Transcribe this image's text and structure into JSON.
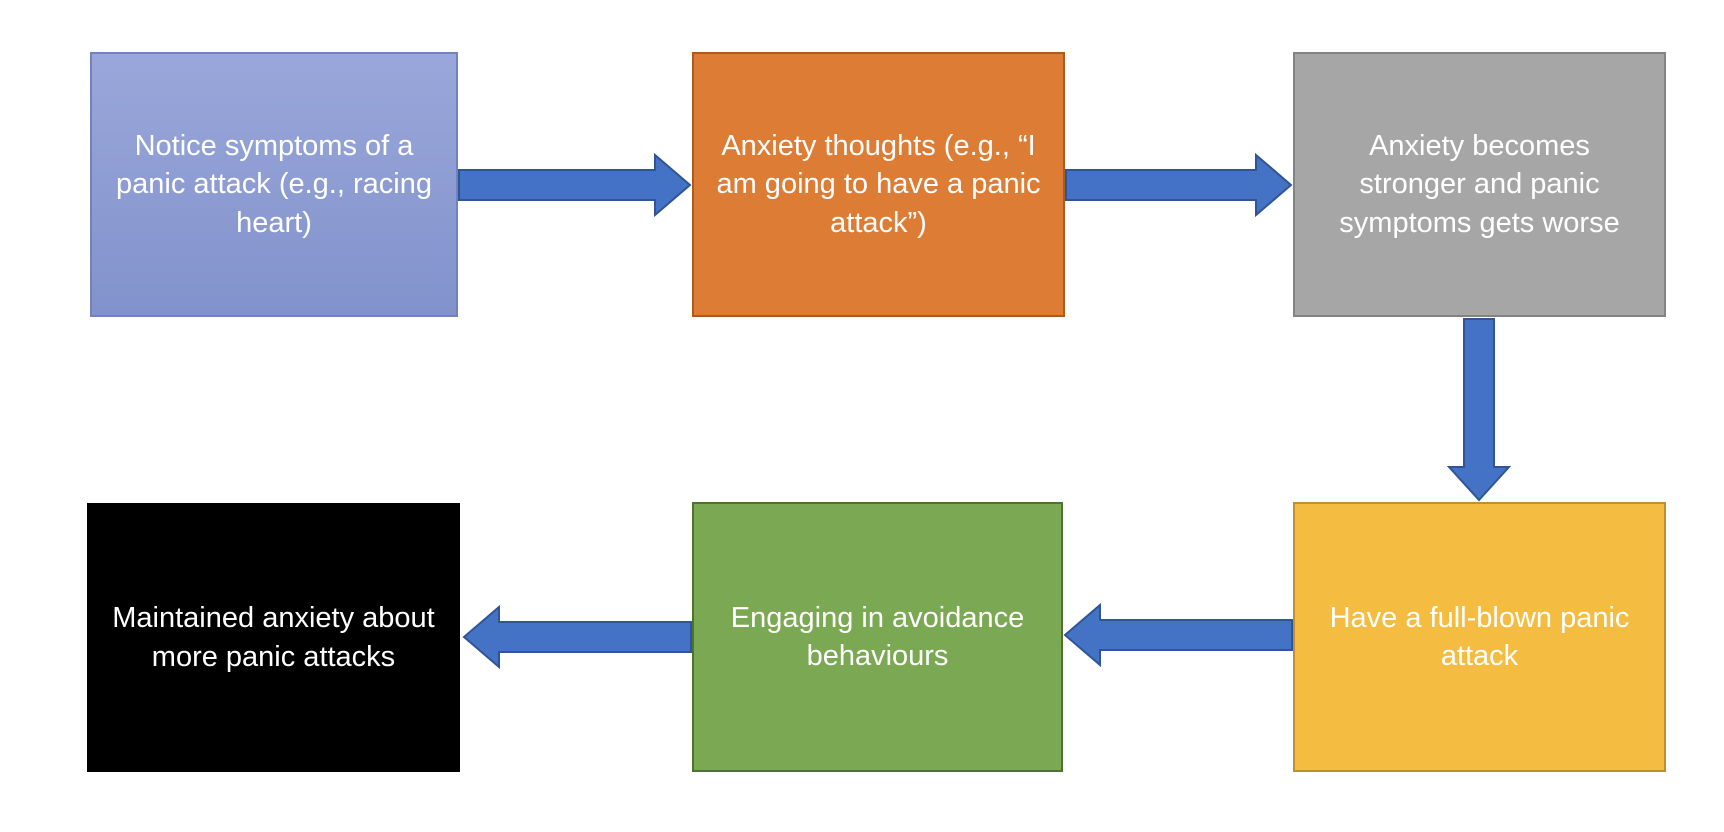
{
  "boxes": [
    {
      "id": "notice-symptoms",
      "label": "Notice symptoms of a panic attack (e.g., racing heart)",
      "fill": "#99A7DA",
      "fill2": "#8292CB",
      "border": "#7382BD",
      "text_color": "#FFFFFF"
    },
    {
      "id": "anxiety-thoughts",
      "label": "Anxiety thoughts (e.g., “I am going to have a panic attack”)",
      "fill": "#DD7C35",
      "border": "#AC5B20",
      "text_color": "#FFFFFF"
    },
    {
      "id": "anxiety-stronger",
      "label": "Anxiety becomes stronger and panic symptoms gets worse",
      "fill": "#A6A6A6",
      "border": "#838383",
      "text_color": "#FFFFFF"
    },
    {
      "id": "full-blown-panic",
      "label": "Have a full-blown panic attack",
      "fill": "#F4BC41",
      "border": "#BC9033",
      "text_color": "#FFFFFF"
    },
    {
      "id": "avoidance-behaviours",
      "label": "Engaging in avoidance behaviours",
      "fill": "#7BA852",
      "border": "#4F7231",
      "text_color": "#FFFFFF"
    },
    {
      "id": "maintained-anxiety",
      "label": "Maintained anxiety about more panic attacks",
      "fill": "#000000",
      "border": "#000000",
      "text_color": "#FFFFFF"
    }
  ],
  "arrows": [
    {
      "id": "arrow-1",
      "from": "notice-symptoms",
      "to": "anxiety-thoughts",
      "direction": "right"
    },
    {
      "id": "arrow-2",
      "from": "anxiety-thoughts",
      "to": "anxiety-stronger",
      "direction": "right"
    },
    {
      "id": "arrow-3",
      "from": "anxiety-stronger",
      "to": "full-blown-panic",
      "direction": "down"
    },
    {
      "id": "arrow-4",
      "from": "full-blown-panic",
      "to": "avoidance-behaviours",
      "direction": "left"
    },
    {
      "id": "arrow-5",
      "from": "avoidance-behaviours",
      "to": "maintained-anxiety",
      "direction": "left"
    }
  ],
  "colors": {
    "arrow_fill": "#4472C4",
    "arrow_border": "#2F5597",
    "background": "#FFFFFF"
  }
}
